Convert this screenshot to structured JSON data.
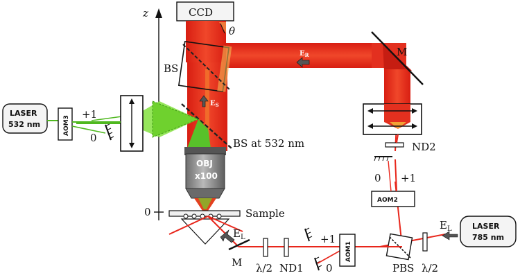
{
  "axis": {
    "z": "z",
    "top": "",
    "zero": "0"
  },
  "ccd": "CCD",
  "theta": "θ",
  "bs": "BS",
  "bs532": "BS at 532 nm",
  "mirror_top": "M",
  "mirror_bottom": "M",
  "er": "E",
  "er_sub": "R",
  "es": "E",
  "es_sub": "S",
  "el_left": "E",
  "el_left_sub": "L",
  "el_right": "E",
  "el_right_sub": "L",
  "objective": {
    "line1": "OBJ",
    "line2": "x100"
  },
  "sample": "Sample",
  "laser532": {
    "line1": "LASER",
    "line2": "532 nm"
  },
  "laser785": {
    "line1": "LASER",
    "line2": "785 nm"
  },
  "aom1": "AOM1",
  "aom2": "AOM2",
  "aom3": "AOM3",
  "nd1": "ND1",
  "nd2": "ND2",
  "pbs": "PBS",
  "half_wave_left": "λ/2",
  "half_wave_right": "λ/2",
  "order_plus1_aom3": "+1",
  "order_0_aom3": "0",
  "order_plus1_aom1": "+1",
  "order_0_aom1": "0",
  "order_0_aom2": "0",
  "order_plus1_aom2": "+1",
  "colors": {
    "red_beam": "#e8261b",
    "red_dark": "#c41a10",
    "orange": "#f07a1e",
    "green": "#6fd12e",
    "green_dark": "#3f9a16",
    "obj_grey": "#8a8a8a"
  }
}
